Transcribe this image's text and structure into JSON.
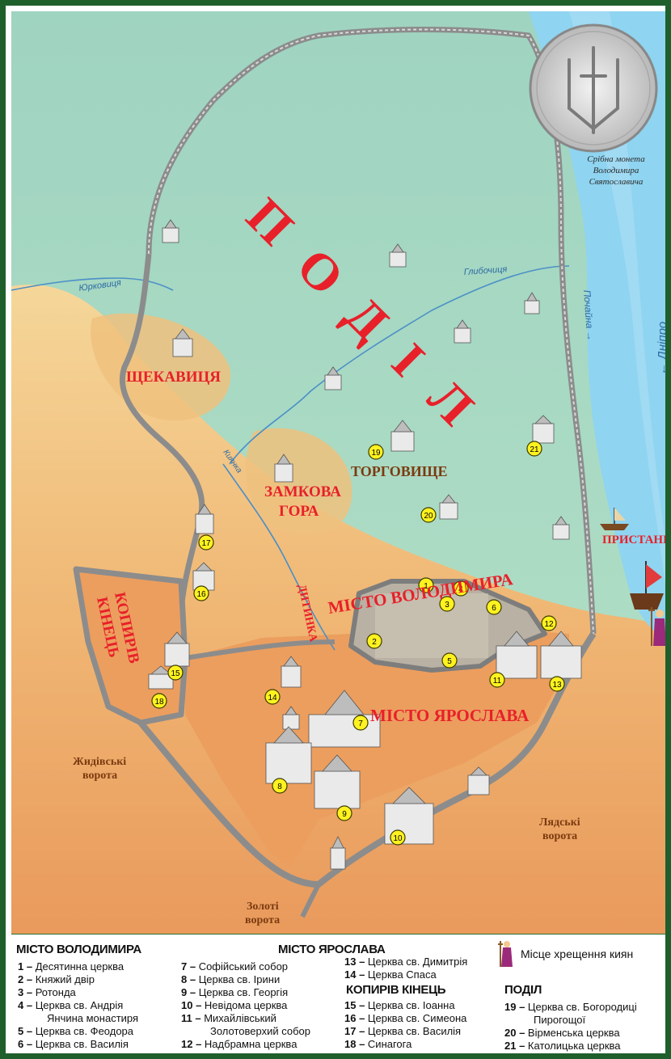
{
  "map": {
    "areas": {
      "podil": "ПОДІЛ",
      "shchekavytsia": "ЩЕКАВИЦЯ",
      "zamkova_gora_1": "ЗАМКОВА",
      "zamkova_gora_2": "ГОРА",
      "torhovyshche": "ТОРГОВИЩЕ",
      "prystan": "ПРИСТАНЬ",
      "misto_volodymyra": "МІСТО ВОЛОДИМИРА",
      "dytynka": "ДИТИНКА",
      "kopyriv_1": "КОПИРІВ",
      "kopyriv_2": "КІНЕЦЬ",
      "misto_yaroslava": "МІСТО ЯРОСЛАВА"
    },
    "gates": {
      "zhydivski_1": "Жидівські",
      "zhydivski_2": "ворота",
      "liadski_1": "Лядські",
      "liadski_2": "ворота",
      "zoloti_1": "Золоті",
      "zoloti_2": "ворота"
    },
    "rivers": {
      "yurkovytsia": "Юрковиця",
      "hlybochytsia": "Глибочиця",
      "pochaina": "Почайна  →",
      "dnipro": "← Дніпро",
      "kianka": "Киянка"
    },
    "coin": {
      "caption_1": "Срібна монета",
      "caption_2": "Володимира",
      "caption_3": "Святославича"
    },
    "markers": [
      "1",
      "2",
      "3",
      "4",
      "5",
      "6",
      "7",
      "8",
      "9",
      "10",
      "11",
      "12",
      "13",
      "14",
      "15",
      "16",
      "17",
      "18",
      "19",
      "20",
      "21"
    ],
    "colors": {
      "podil_green": "#a9dcc4",
      "river_blue": "#8fd4f0",
      "highland_orange": "#eea869",
      "wall_grey": "#9a9a9a",
      "label_red": "#e8202a",
      "label_brown": "#7b3b10",
      "marker_yellow": "#fff21f"
    }
  },
  "legend": {
    "volodymyr_title": "МІСТО ВОЛОДИМИРА",
    "volodymyr_items": [
      {
        "num": "1 –",
        "text": "Десятинна церква"
      },
      {
        "num": "2 –",
        "text": "Княжий двір"
      },
      {
        "num": "3 –",
        "text": "Ротонда"
      },
      {
        "num": "4 –",
        "text": "Церква св. Андрія"
      },
      {
        "num": "",
        "text": "Янчина монастиря"
      },
      {
        "num": "5 –",
        "text": "Церква св. Феодора"
      },
      {
        "num": "6 –",
        "text": "Церква св. Василія"
      }
    ],
    "yaroslav_title": "МІСТО ЯРОСЛАВА",
    "yaroslav_items": [
      {
        "num": "7 –",
        "text": "Софійський собор"
      },
      {
        "num": "8 –",
        "text": "Церква св. Ірини"
      },
      {
        "num": "9 –",
        "text": "Церква св. Георгія"
      },
      {
        "num": "10 –",
        "text": "Невідома церква"
      },
      {
        "num": "11 –",
        "text": "Михайлівський"
      },
      {
        "num": "",
        "text": "Золотоверхий собор"
      },
      {
        "num": "12 –",
        "text": "Надбрамна церква"
      }
    ],
    "yaroslav_items_2": [
      {
        "num": "13 –",
        "text": "Церква св. Димитрія"
      },
      {
        "num": "14 –",
        "text": "Церква Спаса"
      }
    ],
    "kopyriv_title": "КОПИРІВ КІНЕЦЬ",
    "kopyriv_items": [
      {
        "num": "15 –",
        "text": "Церква св. Іоанна"
      },
      {
        "num": "16 –",
        "text": "Церква св. Симеона"
      },
      {
        "num": "17 –",
        "text": "Церква св. Василія"
      },
      {
        "num": "18 –",
        "text": "Синагога"
      }
    ],
    "baptism": "Місце хрещення киян",
    "podil_title": "ПОДІЛ",
    "podil_items": [
      {
        "num": "19 –",
        "text": "Церква св. Богородиці"
      },
      {
        "num": "",
        "text": "Пирогощої"
      },
      {
        "num": "20 –",
        "text": "Вірменська церква"
      },
      {
        "num": "21 –",
        "text": "Католицька церква"
      }
    ]
  }
}
